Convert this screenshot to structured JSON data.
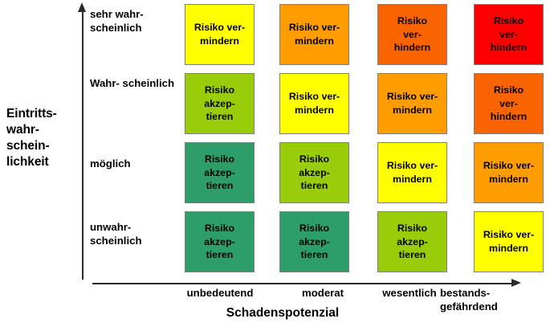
{
  "axes": {
    "y_title": "Eintritts-\nwahr-\nschein-\nlichkeit",
    "x_title": "Schadenspotenzial",
    "y_arrow_icon": "arrow-up-icon",
    "x_arrow_icon": "arrow-right-icon"
  },
  "rows": [
    {
      "label": "sehr wahr-\nscheinlich"
    },
    {
      "label": "Wahr-\nscheinlich"
    },
    {
      "label": "möglich"
    },
    {
      "label": "unwahr-\nscheinlich"
    }
  ],
  "columns": [
    {
      "label": "unbedeutend"
    },
    {
      "label": "moderat"
    },
    {
      "label": "wesentlich"
    },
    {
      "label": "bestands-\ngefährdend"
    }
  ],
  "legend_colors": {
    "accept_low": "#2e9e68",
    "accept_high": "#9acd09",
    "reduce_yellow": "#ffff00",
    "reduce_orange": "#ff9d00",
    "prevent_orange": "#fa6400",
    "prevent_red": "#ff0000",
    "cell_border": "#7f7f7f",
    "axis": "#2b2b2b",
    "text": "#000000"
  },
  "chart_data": {
    "type": "heatmap",
    "title": "",
    "xlabel": "Schadenspotenzial",
    "ylabel": "Eintrittswahrscheinlichkeit",
    "x_categories": [
      "unbedeutend",
      "moderat",
      "wesentlich",
      "bestandsgefährdend"
    ],
    "y_categories": [
      "sehr wahrscheinlich",
      "Wahrscheinlich",
      "möglich",
      "unwahrscheinlich"
    ],
    "grid": false,
    "legend": "none",
    "cells": [
      [
        {
          "text": "Risiko ver-\nmindern",
          "color": "#ffff00",
          "level": "reduce"
        },
        {
          "text": "Risiko ver-\nmindern",
          "color": "#ff9d00",
          "level": "reduce"
        },
        {
          "text": "Risiko\nver-\nhindern",
          "color": "#fa6400",
          "level": "prevent"
        },
        {
          "text": "Risiko\nver-\nhindern",
          "color": "#ff0000",
          "level": "prevent"
        }
      ],
      [
        {
          "text": "Risiko\nakzep-\ntieren",
          "color": "#9acd09",
          "level": "accept"
        },
        {
          "text": "Risiko ver-\nmindern",
          "color": "#ffff00",
          "level": "reduce"
        },
        {
          "text": "Risiko ver-\nmindern",
          "color": "#ff9d00",
          "level": "reduce"
        },
        {
          "text": "Risiko\nver-\nhindern",
          "color": "#fa6400",
          "level": "prevent"
        }
      ],
      [
        {
          "text": "Risiko\nakzep-\ntieren",
          "color": "#2e9e68",
          "level": "accept"
        },
        {
          "text": "Risiko\nakzep-\ntieren",
          "color": "#9acd09",
          "level": "accept"
        },
        {
          "text": "Risiko ver-\nmindern",
          "color": "#ffff00",
          "level": "reduce"
        },
        {
          "text": "Risiko ver-\nmindern",
          "color": "#ff9d00",
          "level": "reduce"
        }
      ],
      [
        {
          "text": "Risiko\nakzep-\ntieren",
          "color": "#2e9e68",
          "level": "accept"
        },
        {
          "text": "Risiko\nakzep-\ntieren",
          "color": "#2e9e68",
          "level": "accept"
        },
        {
          "text": "Risiko\nakzep-\ntieren",
          "color": "#9acd09",
          "level": "accept"
        },
        {
          "text": "Risiko ver-\nmindern",
          "color": "#ffff00",
          "level": "reduce"
        }
      ]
    ]
  }
}
